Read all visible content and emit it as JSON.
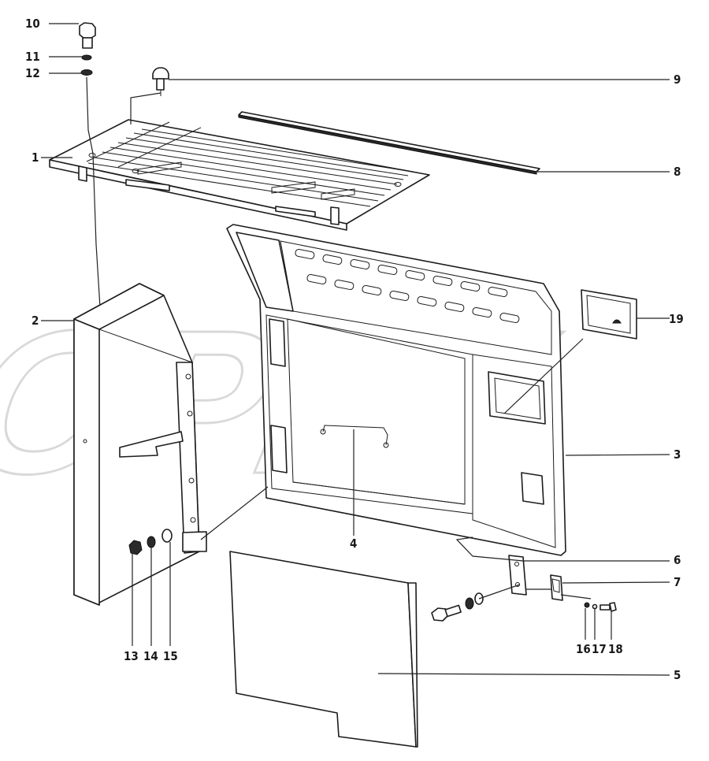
{
  "diagram": {
    "watermark": "ОРЕХ",
    "callouts": [
      {
        "id": "1",
        "label": "1"
      },
      {
        "id": "2",
        "label": "2"
      },
      {
        "id": "3",
        "label": "3"
      },
      {
        "id": "4",
        "label": "4"
      },
      {
        "id": "5",
        "label": "5"
      },
      {
        "id": "6",
        "label": "6"
      },
      {
        "id": "7",
        "label": "7"
      },
      {
        "id": "8",
        "label": "8"
      },
      {
        "id": "9",
        "label": "9"
      },
      {
        "id": "10",
        "label": "10"
      },
      {
        "id": "11",
        "label": "11"
      },
      {
        "id": "12",
        "label": "12"
      },
      {
        "id": "13",
        "label": "13"
      },
      {
        "id": "14",
        "label": "14"
      },
      {
        "id": "15",
        "label": "15"
      },
      {
        "id": "16",
        "label": "16"
      },
      {
        "id": "17",
        "label": "17"
      },
      {
        "id": "18",
        "label": "18"
      },
      {
        "id": "19",
        "label": "19"
      }
    ],
    "colors": {
      "line": "#1c1c1c",
      "watermark": "#d9d9d9"
    }
  }
}
